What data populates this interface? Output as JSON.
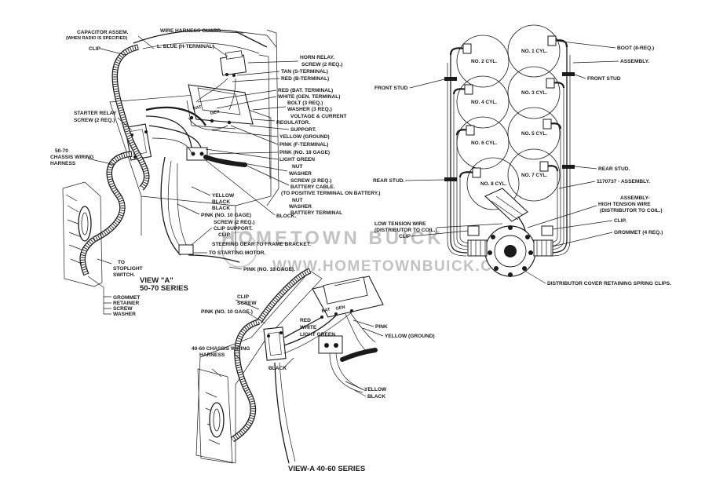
{
  "watermark": {
    "brand": "HOMETOWN BUICK",
    "url": "WWW.HOMETOWNBUICK.COM"
  },
  "view_5070": {
    "title_line1": "VIEW \"A\"",
    "title_line2": "50-70 SERIES",
    "labels": {
      "capacitor": "CAPACITOR ASSEM.",
      "capacitor_note": "(WHEN RADIO IS SPECIFIED)",
      "wire_guard": "WIRE HARNESS GUARD",
      "lblue": "L. BLUE (H-TERMINAL)",
      "clip_top": "CLIP",
      "horn_relay": "HORN RELAY.",
      "screw_2req_a": "SCREW (2 REQ.)",
      "tan": "TAN (S-TERMINAL)",
      "red_b": "RED (B-TERMINAL)",
      "starter_relay": "STARTER RELAY",
      "screw_2req_b": "SCREW (2 REQ.)",
      "red_bat": "RED (BAT. TERMINAL)",
      "white_gen": "WHITE (GEN. TERMINAL)",
      "bolt": "BOLT (3 REQ.)",
      "washer_3req": "WASHER (3 REQ.)",
      "voltage_reg1": "VOLTAGE & CURRENT",
      "voltage_reg2": "REGULATOR.",
      "support": "SUPPORT.",
      "chassis_1": "50-70",
      "chassis_2": "CHASSIS WIRING",
      "chassis_3": "HARNESS",
      "yellow_ground": "YELLOW (GROUND)",
      "pink_f": "PINK (F-TERMINAL)",
      "pink_18": "PINK (NO. 18 GAGE)",
      "light_green": "LIGHT GREEN",
      "nut": "NUT",
      "washer": "WASHER",
      "screw_2req_c": "SCREW (2 REQ.)",
      "battery_cable": "BATTERY CABLE.",
      "battery_note": "(TO POSITIVE TERMINAL ON BATTERY.)",
      "nut2": "NUT",
      "washer2": "WASHER",
      "battery_terminal": "BATTERY TERMINAL",
      "block": "BLOCK.",
      "yellow": "YELLOW",
      "black1": "BLACK",
      "black2": "BLACK",
      "pink_10": "PINK (NO. 10 GAGE)",
      "screw_2req_d": "SCREW (2 REQ.)",
      "clip_support": "CLIP SUPPORT.",
      "clip_mid": "CLIP",
      "steering_bracket": "STEERING GEAR TO FRAME BRACKET.",
      "to_starting_motor": "TO STARTING MOTOR.",
      "pink_18b": "PINK (NO. 18 GAGE).",
      "to_stoplight1": "TO",
      "to_stoplight2": "STOPLIGHT",
      "to_stoplight3": "SWITCH.",
      "grommet": "GROMMET",
      "retainer": "RETAINER",
      "screw": "SCREW",
      "washer3": "WASHER",
      "clip_screw1": "CLIP",
      "clip_screw2": "SCREW"
    }
  },
  "view_4060": {
    "title": "VIEW-A  40-60 SERIES",
    "labels": {
      "pink_10": "PINK (NO. 10 GAGE.)",
      "red": "RED",
      "white": "WHITE",
      "light_green": "LIGHT GREEN",
      "pink": "PINK",
      "yellow_ground": "YELLOW (GROUND)",
      "chassis_1": "40-60 CHASSIS WIRING",
      "chassis_2": "HARNESS",
      "black": "BLACK",
      "yellow": "YELLOW",
      "black2": "BLACK",
      "bat": "BAT",
      "gen": "GEN"
    }
  },
  "ignition": {
    "cylinders_left": [
      "NO. 2 CYL.",
      "NO. 4 CYL.",
      "NO. 6 CYL.",
      "NO. 8 CYL."
    ],
    "cylinders_right": [
      "NO. 1 CYL.",
      "NO. 3 CYL.",
      "NO. 5 CYL.",
      "NO. 7 CYL."
    ],
    "labels": {
      "boot": "BOOT (8-REQ.)",
      "assembly": "ASSEMBLY.",
      "front_stud_r": "FRONT STUD",
      "front_stud_l": "FRONT STUD",
      "rear_stud_l": "REAR STUD.",
      "rear_stud_r": "REAR STUD.",
      "part_no": "1170737 - ASSEMBLY.",
      "ht_wire1": "ASSEMBLY-",
      "ht_wire2": "HIGH TENSION WIRE",
      "ht_wire3": "(DISTRIBUTOR TO COIL.)",
      "lt_wire1": "LOW TENSION WIRE",
      "lt_wire2": "(DISTRIBUTOR TO COIL.)",
      "clip_l": "CLIP",
      "clip_r": "CLIP.",
      "grommet": "GROMMET (4 REQ.)",
      "dist_clips": "DISTRIBUTOR COVER RETAINING SPRING CLIPS."
    }
  }
}
